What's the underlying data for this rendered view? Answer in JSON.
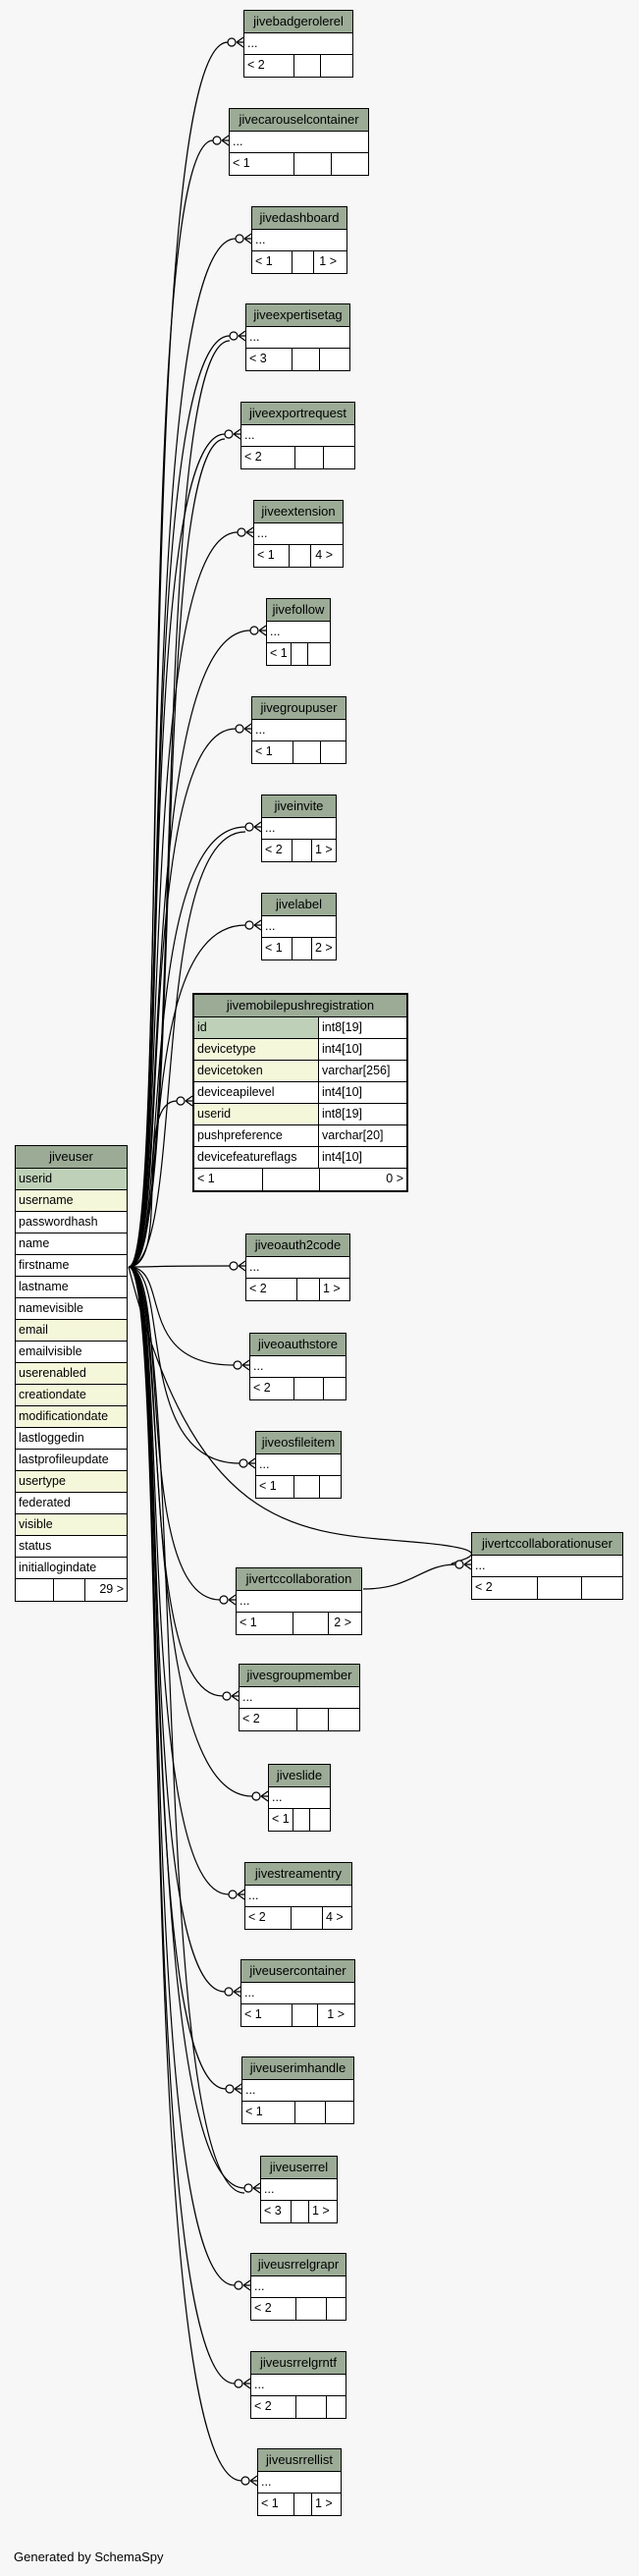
{
  "credit": "Generated by SchemaSpy",
  "jiveuser": {
    "name": "jiveuser",
    "columns": [
      {
        "name": "userid",
        "kind": "pk"
      },
      {
        "name": "username",
        "kind": "fk"
      },
      {
        "name": "passwordhash",
        "kind": ""
      },
      {
        "name": "name",
        "kind": ""
      },
      {
        "name": "firstname",
        "kind": ""
      },
      {
        "name": "lastname",
        "kind": ""
      },
      {
        "name": "namevisible",
        "kind": ""
      },
      {
        "name": "email",
        "kind": "fk"
      },
      {
        "name": "emailvisible",
        "kind": ""
      },
      {
        "name": "userenabled",
        "kind": "fk"
      },
      {
        "name": "creationdate",
        "kind": "fk"
      },
      {
        "name": "modificationdate",
        "kind": "fk"
      },
      {
        "name": "lastloggedin",
        "kind": ""
      },
      {
        "name": "lastprofileupdate",
        "kind": ""
      },
      {
        "name": "usertype",
        "kind": "fk"
      },
      {
        "name": "federated",
        "kind": ""
      },
      {
        "name": "visible",
        "kind": "fk"
      },
      {
        "name": "status",
        "kind": ""
      },
      {
        "name": "initiallogindate",
        "kind": ""
      }
    ],
    "footer": [
      "",
      "",
      "29 >"
    ]
  },
  "focus_table": {
    "name": "jivemobilepushregistration",
    "columns": [
      {
        "name": "id",
        "type": "int8[19]",
        "kind": "pk"
      },
      {
        "name": "devicetype",
        "type": "int4[10]",
        "kind": "fk"
      },
      {
        "name": "devicetoken",
        "type": "varchar[256]",
        "kind": "fk"
      },
      {
        "name": "deviceapilevel",
        "type": "int4[10]",
        "kind": ""
      },
      {
        "name": "userid",
        "type": "int8[19]",
        "kind": "fk"
      },
      {
        "name": "pushpreference",
        "type": "varchar[20]",
        "kind": ""
      },
      {
        "name": "devicefeatureflags",
        "type": "int4[10]",
        "kind": ""
      }
    ],
    "footer": [
      "< 1",
      "",
      "0 >"
    ]
  },
  "tables": [
    {
      "name": "jivebadgerolerel",
      "row": "...",
      "footer": [
        "< 2",
        "",
        ""
      ]
    },
    {
      "name": "jivecarouselcontainer",
      "row": "...",
      "footer": [
        "< 1",
        "",
        ""
      ]
    },
    {
      "name": "jivedashboard",
      "row": "...",
      "footer": [
        "< 1",
        "",
        "1 >"
      ]
    },
    {
      "name": "jiveexpertisetag",
      "row": "...",
      "footer": [
        "< 3",
        "",
        ""
      ]
    },
    {
      "name": "jiveexportrequest",
      "row": "...",
      "footer": [
        "< 2",
        "",
        ""
      ]
    },
    {
      "name": "jiveextension",
      "row": "...",
      "footer": [
        "< 1",
        "",
        "4 >"
      ]
    },
    {
      "name": "jivefollow",
      "row": "...",
      "footer": [
        "< 1",
        "",
        ""
      ]
    },
    {
      "name": "jivegroupuser",
      "row": "...",
      "footer": [
        "< 1",
        "",
        ""
      ]
    },
    {
      "name": "jiveinvite",
      "row": "...",
      "footer": [
        "< 2",
        "",
        "1 >"
      ]
    },
    {
      "name": "jivelabel",
      "row": "...",
      "footer": [
        "< 1",
        "",
        "2 >"
      ]
    },
    {
      "name": "jiveoauth2code",
      "row": "...",
      "footer": [
        "< 2",
        "",
        "1 >"
      ]
    },
    {
      "name": "jiveoauthstore",
      "row": "...",
      "footer": [
        "< 2",
        "",
        ""
      ]
    },
    {
      "name": "jiveosfileitem",
      "row": "...",
      "footer": [
        "< 1",
        "",
        ""
      ]
    },
    {
      "name": "jivertccollaborationuser",
      "row": "...",
      "footer": [
        "< 2",
        "",
        ""
      ]
    },
    {
      "name": "jivertccollaboration",
      "row": "...",
      "footer": [
        "< 1",
        "",
        "2 >"
      ]
    },
    {
      "name": "jivesgroupmember",
      "row": "...",
      "footer": [
        "< 2",
        "",
        ""
      ]
    },
    {
      "name": "jiveslide",
      "row": "...",
      "footer": [
        "< 1",
        "",
        ""
      ]
    },
    {
      "name": "jivestreamentry",
      "row": "...",
      "footer": [
        "< 2",
        "",
        "4 >"
      ]
    },
    {
      "name": "jiveusercontainer",
      "row": "...",
      "footer": [
        "< 1",
        "",
        "1 >"
      ]
    },
    {
      "name": "jiveuserimhandle",
      "row": "...",
      "footer": [
        "< 1",
        "",
        ""
      ]
    },
    {
      "name": "jiveuserrel",
      "row": "...",
      "footer": [
        "< 3",
        "",
        "1 >"
      ]
    },
    {
      "name": "jiveusrrelgrapr",
      "row": "...",
      "footer": [
        "< 2",
        "",
        ""
      ]
    },
    {
      "name": "jiveusrrelgrntf",
      "row": "...",
      "footer": [
        "< 2",
        "",
        ""
      ]
    },
    {
      "name": "jiveusrrellist",
      "row": "...",
      "footer": [
        "< 1",
        "",
        "1 >"
      ]
    }
  ],
  "colors": {
    "header": "#9bab96",
    "primary_key": "#bed1b8",
    "foreign_key": "#f4f7da",
    "background": "#f7f7f7"
  }
}
